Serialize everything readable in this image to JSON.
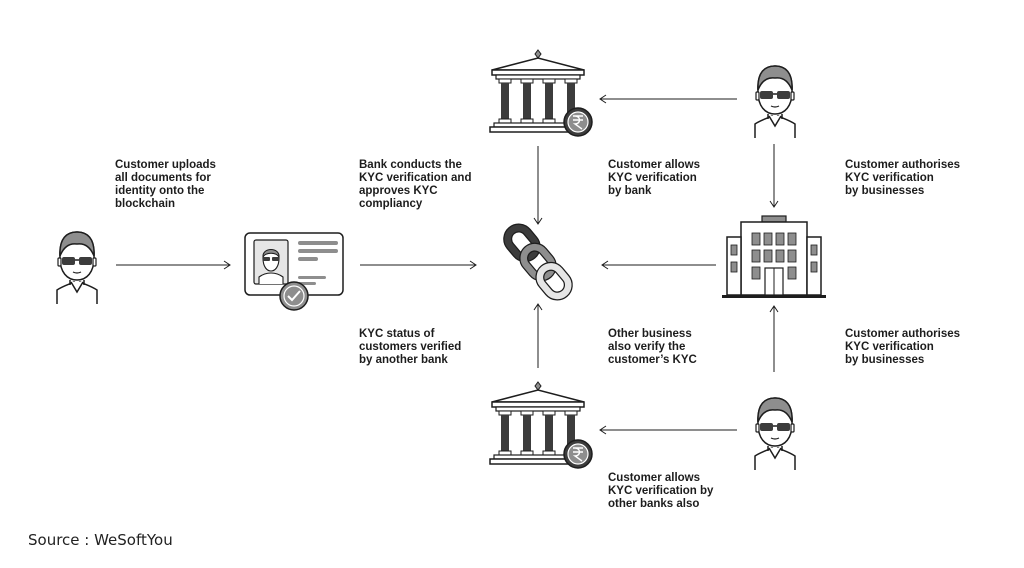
{
  "labels": {
    "customer_uploads": "Customer uploads\nall documents for\nidentity onto the\nblockchain",
    "bank_conducts": "Bank conducts the\nKYC verification and\napproves KYC\ncompliancy",
    "customer_allows_bank": "Customer allows\nKYC verification\nby bank",
    "customer_authorises_top": "Customer authorises\nKYC verification\nby businesses",
    "kyc_status": "KYC status of\ncustomers verified\nby another bank",
    "other_business": "Other business\nalso verify the\ncustomer’s KYC",
    "customer_authorises_bottom": "Customer authorises\nKYC verification\nby businesses",
    "customer_allows_other_banks": "Customer allows\nKYC verification by\nother banks also"
  },
  "source": "Source : WeSoftYou",
  "icons": {
    "customer_left": "person-sunglasses-icon",
    "id_card": "id-card-verified-icon",
    "chain": "blockchain-link-icon",
    "bank_top": "bank-rupee-icon",
    "bank_bottom": "bank-rupee-icon",
    "customer_top_right": "person-sunglasses-icon",
    "customer_bottom_right": "person-sunglasses-icon",
    "business": "office-building-icon"
  },
  "colors": {
    "ink": "#1d1d1d",
    "gray_fill": "#8e8e8e",
    "dark_fill": "#3c3c3c",
    "light_fill": "#e6e6e6"
  }
}
